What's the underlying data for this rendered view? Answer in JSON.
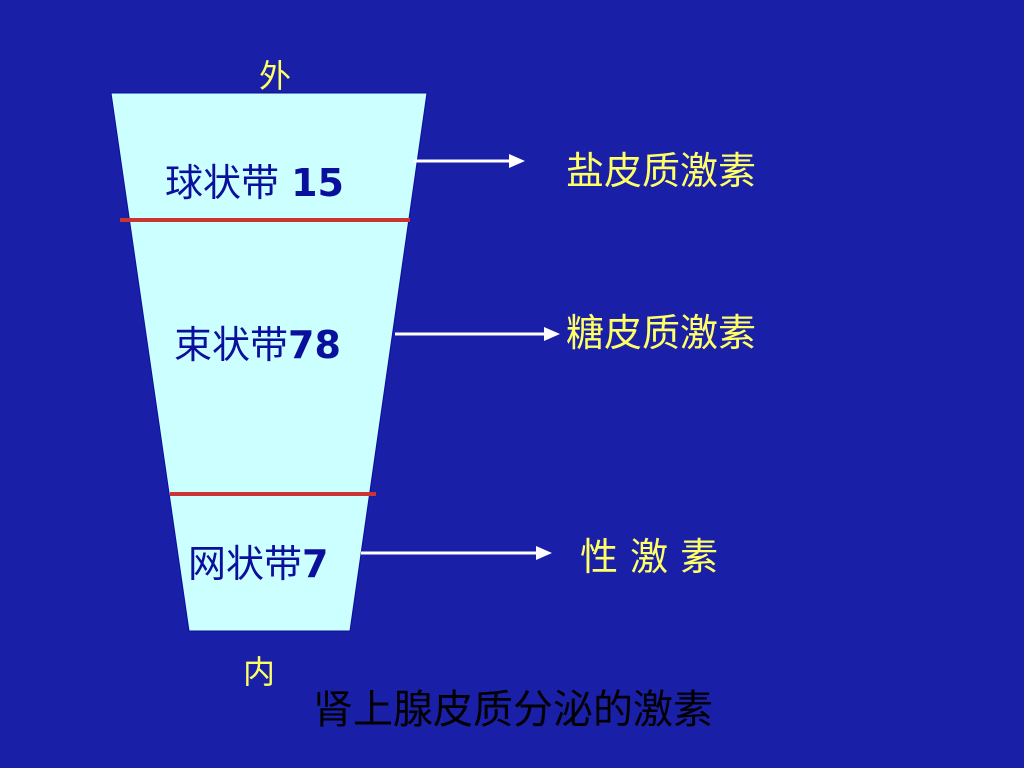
{
  "direction": {
    "outer": "外",
    "inner": "内"
  },
  "zones": [
    {
      "name": "球状带 ",
      "value": "15",
      "hormone": "盐皮质激素"
    },
    {
      "name": "束状带",
      "value": "78",
      "hormone": "糖皮质激素"
    },
    {
      "name": "网状带",
      "value": "7",
      "hormone": "性 激 素"
    }
  ],
  "caption": "肾上腺皮质分泌的激素",
  "colors": {
    "background": "#1a1fa8",
    "funnel_fill": "#ccffff",
    "divider": "#cc3333",
    "label_text": "#0a0f9c",
    "hormone_text": "#ffff66",
    "arrow": "#ffffff",
    "caption_text": "#000000"
  }
}
